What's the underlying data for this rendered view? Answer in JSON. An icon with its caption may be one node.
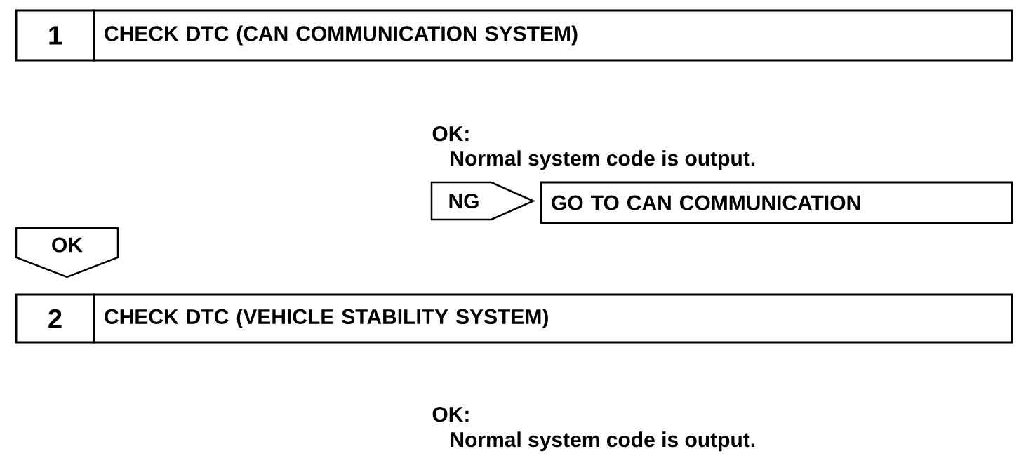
{
  "diagram": {
    "nodes": [
      {
        "text": [
          "1",
          "CHECK DTC (CAN COMMUNICATION SYSTEM)"
        ]
      },
      {
        "text": [
          "NG"
        ]
      },
      {
        "text": [
          "GO TO CAN COMMUNICATION"
        ]
      },
      {
        "text": [
          "OK"
        ]
      },
      {
        "text": [
          "2",
          "CHECK DTC (VEHICLE STABILITY SYSTEM)"
        ]
      }
    ],
    "labels": [
      "OK:",
      "Normal system code is output.",
      "OK:",
      "Normal system code is output."
    ]
  }
}
